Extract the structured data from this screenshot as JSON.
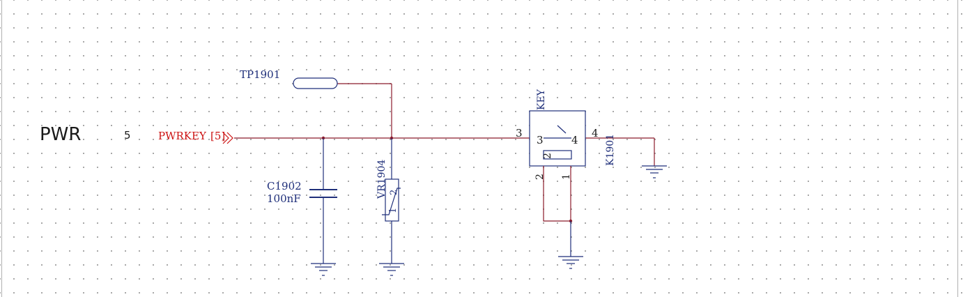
{
  "sheet": {
    "title": "PWR",
    "number": "5"
  },
  "net": {
    "name": "PWRKEY",
    "ref": "[5]"
  },
  "components": {
    "test_point": {
      "ref": "TP1901"
    },
    "capacitor": {
      "ref": "C1902",
      "value": "100nF"
    },
    "varistor": {
      "ref": "VR1904",
      "pin1": "1",
      "pin2": "2"
    },
    "switch": {
      "label": "KEY",
      "ref": "K1901",
      "pin3_outer": "3",
      "pin3_inner": "3",
      "pin4_outer": "4",
      "pin4_inner": "4",
      "pin2_outer": "2",
      "pin2_inner": "2",
      "pin1_outer": "1"
    }
  },
  "colors": {
    "wire": "#8b1a2a",
    "component": "#1f2f7a",
    "net_label": "#cc1111",
    "text": "#1a1a1a"
  }
}
